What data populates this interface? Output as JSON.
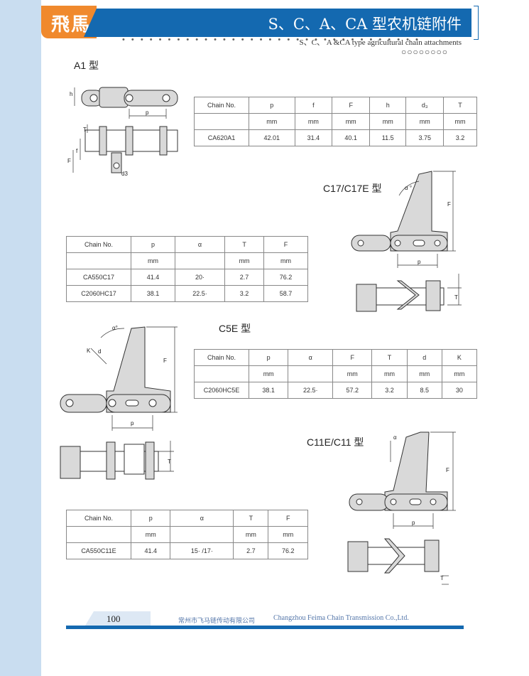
{
  "header": {
    "brand": "飛馬",
    "title": "S、C、A、CA 型农机链附件",
    "subtitle": "S、C、 A &CA type agricultural chain attachments",
    "dots": "• • • • • • • • • • • • • • • • • • • • • • • • • • • • • • • • •",
    "circles": "○○○○○○○○"
  },
  "sections": {
    "a1": {
      "label": "A1 型",
      "drawing_labels": {
        "h": "h",
        "p": "p",
        "T": "T",
        "F": "F",
        "f": "f",
        "d3": "d3"
      },
      "table": {
        "headers": [
          "Chain No.",
          "p",
          "f",
          "F",
          "h",
          "d₃",
          "T"
        ],
        "units": [
          "",
          "mm",
          "mm",
          "mm",
          "mm",
          "mm",
          "mm"
        ],
        "rows": [
          [
            "CA620A1",
            "42.01",
            "31.4",
            "40.1",
            "11.5",
            "3.75",
            "3.2"
          ]
        ]
      }
    },
    "c17": {
      "label": "C17/C17E 型",
      "drawing_labels": {
        "alpha": "α °",
        "F": "F",
        "p": "p",
        "T": "T"
      },
      "table": {
        "headers": [
          "Chain No.",
          "p",
          "α",
          "T",
          "F"
        ],
        "units": [
          "",
          "mm",
          "",
          "mm",
          "mm"
        ],
        "rows": [
          [
            "CA550C17",
            "41.4",
            "20·",
            "2.7",
            "76.2"
          ],
          [
            "C2060HC17",
            "38.1",
            "22.5·",
            "3.2",
            "58.7"
          ]
        ]
      }
    },
    "c5e": {
      "label": "C5E 型",
      "drawing_labels": {
        "alpha": "α°",
        "K": "K",
        "d": "d",
        "F": "F",
        "p": "p",
        "T": "T"
      },
      "table": {
        "headers": [
          "Chain No.",
          "p",
          "α",
          "F",
          "T",
          "d",
          "K"
        ],
        "units": [
          "",
          "mm",
          "",
          "mm",
          "mm",
          "mm",
          "mm"
        ],
        "rows": [
          [
            "C2060HC5E",
            "38.1",
            "22.5·",
            "57.2",
            "3.2",
            "8.5",
            "30"
          ]
        ]
      }
    },
    "c11": {
      "label": "C11E/C11 型",
      "drawing_labels": {
        "alpha": "α",
        "F": "F",
        "p": "p",
        "T": "T"
      },
      "table": {
        "headers": [
          "Chain No.",
          "p",
          "α",
          "T",
          "F"
        ],
        "units": [
          "",
          "mm",
          "",
          "mm",
          "mm"
        ],
        "rows": [
          [
            "CA550C11E",
            "41.4",
            "15· /17·",
            "2.7",
            "76.2"
          ]
        ]
      }
    }
  },
  "footer": {
    "page": "100",
    "company_cn": "常州市飞马链传动有限公司",
    "company_en": "Changzhou Feima Chain Transmission Co.,Ltd."
  },
  "colors": {
    "brand_orange": "#f0892d",
    "header_blue": "#1469b0",
    "strip_blue": "#c9ddf0",
    "drawing_fill": "#d9d9d9"
  }
}
